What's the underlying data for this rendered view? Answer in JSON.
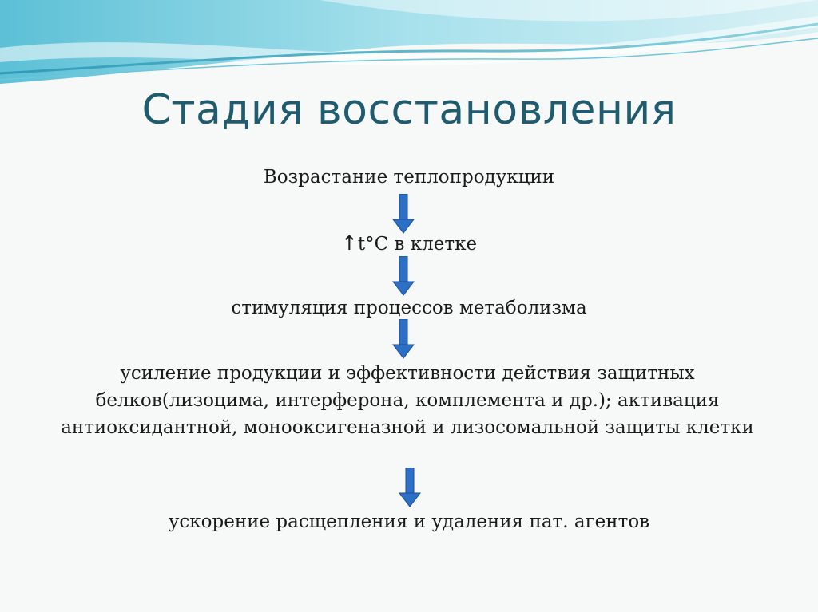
{
  "slide": {
    "title": "Стадия восстановления",
    "steps": [
      "Возрастание теплопродукции",
      "t°C в клетке",
      "стимуляция процессов метаболизма",
      "усиление продукции и эффективности действия защитных белков(лизоцима, интерферона, комплемента и др.); активация антиоксидантной, монооксигеназной и лизосомальной защиты клетки",
      "ускорение расщепления и удаления пат. агентов"
    ],
    "up_arrow_symbol": "↑"
  },
  "colors": {
    "title": "#1f5c6f",
    "arrow_fill": "#2c6fc7",
    "arrow_stroke": "#1b4e92",
    "wave_light": "#cfeef3",
    "wave_mid": "#8fd3e2",
    "wave_dark": "#3fa7c2"
  },
  "icons": {
    "flow_arrow": "down-arrow-icon",
    "temperature_increase": "up-arrow-icon"
  }
}
